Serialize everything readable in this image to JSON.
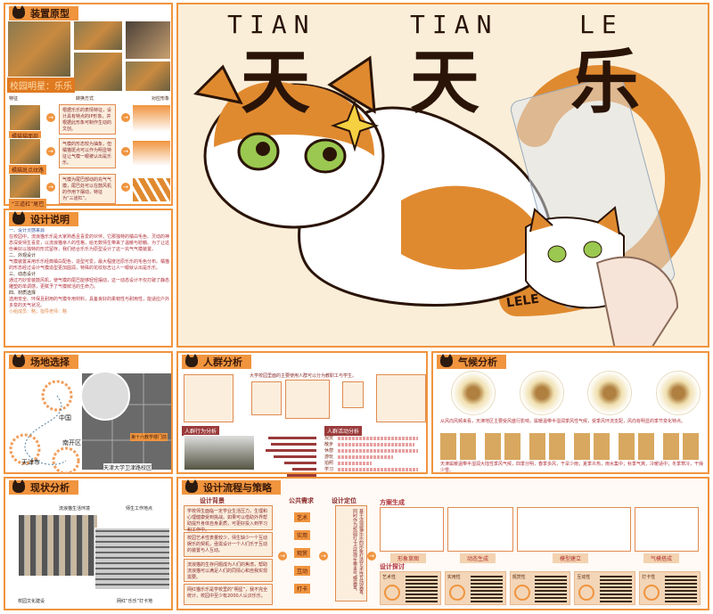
{
  "prototype": {
    "title": "装置原型",
    "star_label": "校园明星：乐乐",
    "col_feature": "特征",
    "col_method": "转换方式",
    "col_image": "对应形象",
    "rows": [
      {
        "label": "橘猫猫面部",
        "text": "根据乐乐的表情特征，设计具有特点的IP形象，并根据此形象可制作生动的文创。"
      },
      {
        "label": "橘猫斑点纹路",
        "text": "气模的形态较为抽象，但橘猫斑点可以作为明显特征让气模一眼被认出是乐乐。"
      },
      {
        "label": "“三道杠”尾巴",
        "text": "气模为尾巴部动的充气气模，尾巴处可以在鼓风机的作用下摆动，特征为“三道杠”。"
      }
    ]
  },
  "explain": {
    "title": "设计说明",
    "paras": [
      {
        "h": "一、设计灵感来源",
        "t": "在校园中，流浪猫乐乐是大家熟悉且喜爱的伙伴，它那独特的橘白毛色、灵动的神态深受师生喜爱，以流浪猫亲人的性格，给无数师生带来了温暖与慰藉。为了让这份美好以独特的形式留存，我们结合乐乐为原型设计了这一充气气模装置。"
      },
      {
        "h": "二、外观设计",
        "t": "气模装置采用乐乐经典橘白配色，造型可爱，最大程度还原乐乐的毛色分布。橘猫的形态经过设计气模造型更加圆润，特殊的花纹标志让人一眼就认出是乐乐。"
      },
      {
        "h": "三、动态设计",
        "t": "通过巧妙安装鼓风机，使气模的尾巴能够轻轻摆动，这一动态设计不仅打破了静态雕塑的单调感，更赋予了气模鲜活的生命力。"
      },
      {
        "h": "四、材质选择",
        "t": "选用安全、环保且耐用的气模专用材料，具备良好的柔韧性与耐用性，能适应户外多变的天气状况。"
      }
    ],
    "credits": "小组成员：略；指导老师：略"
  },
  "site": {
    "title": "场地选择",
    "labels": [
      "中国",
      "南开区",
      "天津市"
    ],
    "marker": "第十六教学楼门前",
    "campus": "天津大学卫津路校区"
  },
  "status": {
    "title": "现状分析",
    "labels": [
      "流浪猫生活环境",
      "师生工作地点",
      "校园文化建设",
      "网红“乐乐”打卡地"
    ]
  },
  "main": {
    "pinyin": [
      "TIAN",
      "TIAN",
      "LE"
    ],
    "chars": [
      "天",
      "天",
      "乐"
    ],
    "card": "LELE"
  },
  "crowd": {
    "title": "人群分析",
    "intro": "大学校园里面的主要使用人群可以分为教职工与学生。",
    "behavior_title": "人群行为分析",
    "activity_title": "人群活动分析",
    "bars": [
      0.9,
      0.85,
      0.95,
      0.8,
      0.6,
      0.45,
      0.55,
      0.7
    ],
    "activities": [
      {
        "label": "观赏",
        "value": 0.95
      },
      {
        "label": "散步",
        "value": 0.9
      },
      {
        "label": "休憩",
        "value": 0.95
      },
      {
        "label": "游玩",
        "value": 0.65
      },
      {
        "label": "拍照",
        "value": 0.4
      },
      {
        "label": "学习",
        "value": 0.95
      }
    ]
  },
  "climate": {
    "title": "气候分析",
    "text1": "从风向风频来看，天津地区主要受风盛行影响，属暖温带半湿润季风性气候，受季风环流支配，风向有明显的季节变化特点。",
    "text2": "天津属暖温带半湿润大陆性季风气候，四季分明，春季多风，干旱少雨；夏季炎热，雨水集中；秋季气爽，冷暖适中；冬季寒冷，干燥少雪。"
  },
  "strategy": {
    "title": "设计流程与策略",
    "background_title": "设计背景",
    "needs_title": "公共需求",
    "position_title": "设计定位",
    "scheme_title": "方案生成",
    "explore_title": "设计探讨",
    "background": [
      "学校师生面临一定学业生活压力，生理和心理健康受到挑战。如果可以借助外界帮助提升身体自身素质，可更好投入到学习和工作中。",
      "校园艺术性表量较少，师生缺少一个互动娱乐的契机，亟需设计一个人们乐于互动的装置与人互动。",
      "流浪猫的生存问题成为人们的焦虑，帮助流浪猫可以满足人们的同情心和自我实现需要。",
      "网红猫乐乐是学校里的“明星”，我不完全统计，校园中至少有2000人认识乐乐。"
    ],
    "needs": [
      "艺术",
      "实用",
      "观赏",
      "互动",
      "打卡"
    ],
    "position": "基于流浪猫乐乐的形象打造艺术性互动装置，同时作为校园打卡点给师生带来气模装置。",
    "schemes": [
      "形象草图",
      "动态生成",
      "模型建立",
      "气模搭成"
    ],
    "explore": [
      "艺术性",
      "实用性",
      "观赏性",
      "互动性",
      "打卡性"
    ]
  },
  "colors": {
    "accent": "#f0943e",
    "dark": "#2a1408",
    "cream": "#fbeed8",
    "red": "#b0303a"
  }
}
